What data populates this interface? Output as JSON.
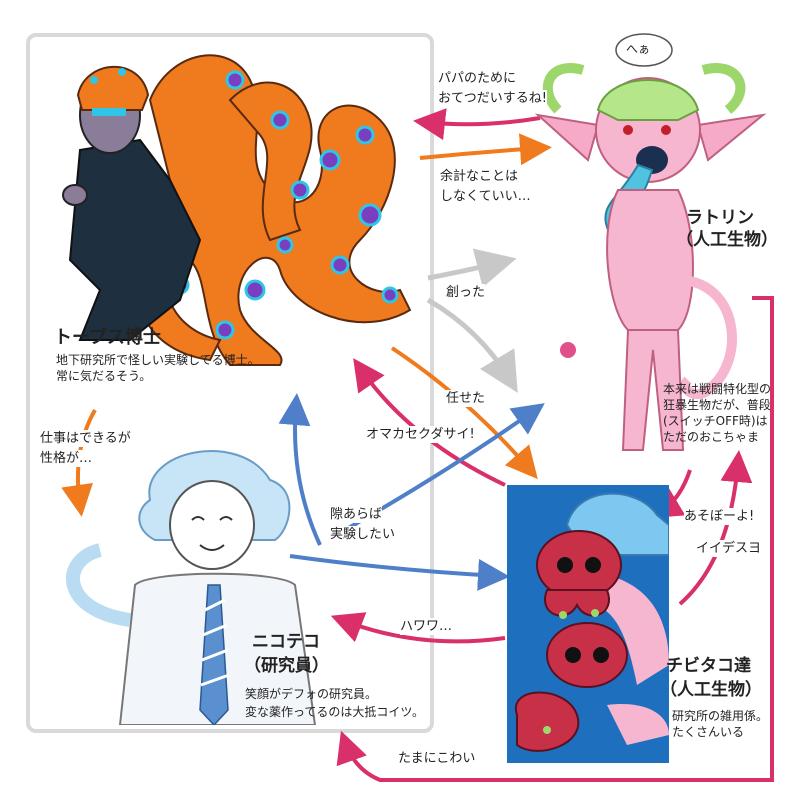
{
  "characters": {
    "tops": {
      "name": "トープス博士",
      "desc": [
        "地下研究所で怪しい実験してる博士。",
        "常に気だるそう。"
      ]
    },
    "ratorin": {
      "name": [
        "ラトリン",
        "（人工生物）"
      ],
      "desc": [
        "本来は戦闘特化型の",
        "狂暴生物だが、普段",
        "(スイッチOFF時)は",
        "ただのおこちゃま"
      ],
      "speech": "へぁ"
    },
    "nikoteko": {
      "name": [
        "ニコテコ",
        "（研究員）"
      ],
      "desc": [
        "笑顔がデフォの研究員。",
        "変な薬作ってるのは大抵コイツ。"
      ]
    },
    "chibitako": {
      "name": [
        "チビタコ達",
        "（人工生物）"
      ],
      "desc": [
        "研究所の雑用係。",
        "たくさんいる"
      ]
    }
  },
  "arrow_labels": {
    "papa": [
      "パパのために",
      "おてつだいするね!"
    ],
    "yokei": [
      "余計なことは",
      "しなくていい…"
    ],
    "tsukutta": "創った",
    "makaseta": "任せた",
    "omakase": "オマカセクダサイ!",
    "shigoto": [
      "仕事はできるが",
      "性格が…"
    ],
    "suki": [
      "隙あらば",
      "実験したい"
    ],
    "asobo": "あそぼーよ!",
    "iidesuyo": "イイデスヨ",
    "hawawa": "ハワワ…",
    "tamani": "たまにこわい"
  },
  "colors": {
    "orange": "#f07a1e",
    "magenta": "#d92f6b",
    "blue": "#4f7fc8",
    "gray": "#c8c8c8"
  }
}
